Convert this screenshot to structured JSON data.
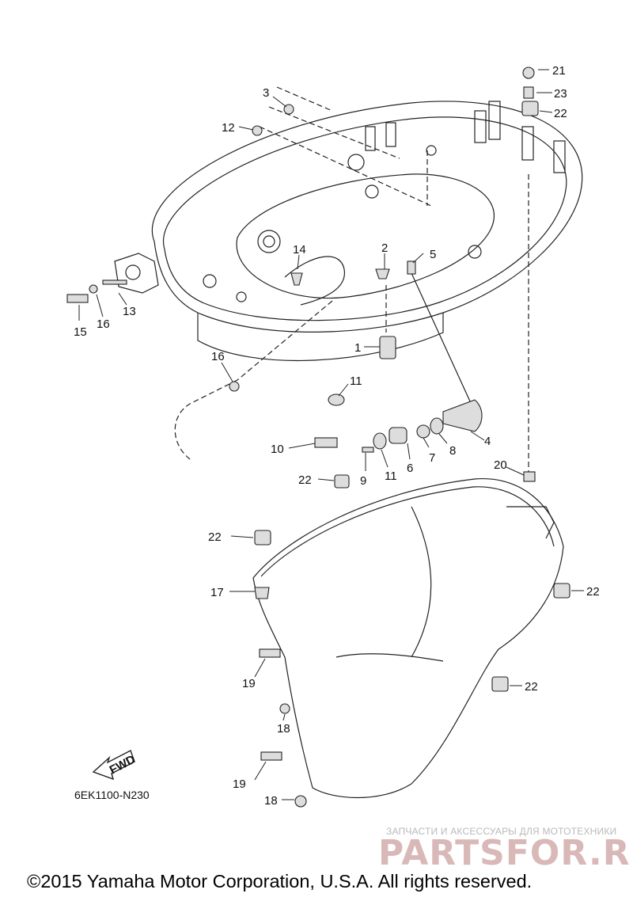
{
  "diagram": {
    "callouts": [
      "1",
      "2",
      "3",
      "4",
      "5",
      "6",
      "7",
      "8",
      "9",
      "10",
      "11",
      "11",
      "12",
      "13",
      "14",
      "15",
      "16",
      "16",
      "17",
      "18",
      "18",
      "19",
      "19",
      "20",
      "21",
      "22",
      "22",
      "22",
      "22",
      "22",
      "23"
    ],
    "fwd_label": "FWD",
    "part_code": "6EK1100-N230"
  },
  "watermark": {
    "tagline": "ЗАПЧАСТИ И АКСЕССУАРЫ ДЛЯ МОТОТЕХНИКИ",
    "brand": "PARTSFOR.RU"
  },
  "copyright": "©2015 Yamaha Motor Corporation, U.S.A. All rights reserved."
}
